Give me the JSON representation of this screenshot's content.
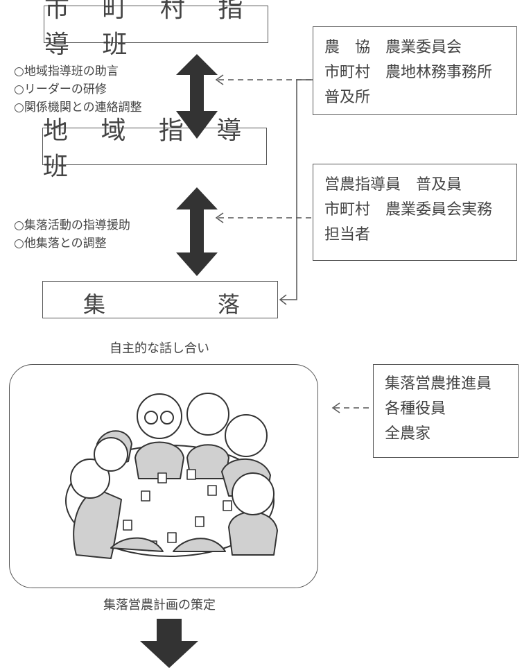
{
  "top_box": {
    "label": "市 町 村 指 導 班"
  },
  "middle_box": {
    "label": "地 域 指 導 班"
  },
  "bottom_box": {
    "left": "集",
    "right": "落"
  },
  "note_top": {
    "lines": [
      "農　協　農業委員会",
      "市町村　農地林務事務所",
      "普及所"
    ]
  },
  "note_middle": {
    "lines": [
      "営農指導員　普及員",
      "市町村　農業委員会実務",
      "担当者"
    ]
  },
  "note_bottom": {
    "lines": [
      "集落営農推進員",
      "各種役員",
      "全農家"
    ]
  },
  "list_top": {
    "items": [
      "○地域指導班の助言",
      "○リーダーの研修",
      "○関係機関との連絡調整"
    ]
  },
  "list_middle": {
    "items": [
      "○集落活動の指導援助",
      "○他集落との調整"
    ]
  },
  "caption_meeting": "自主的な話し合い",
  "caption_plan": "集落営農計画の策定",
  "colors": {
    "line": "#555555",
    "arrow": "#333333",
    "illustration_gray": "#d0d0d0"
  }
}
